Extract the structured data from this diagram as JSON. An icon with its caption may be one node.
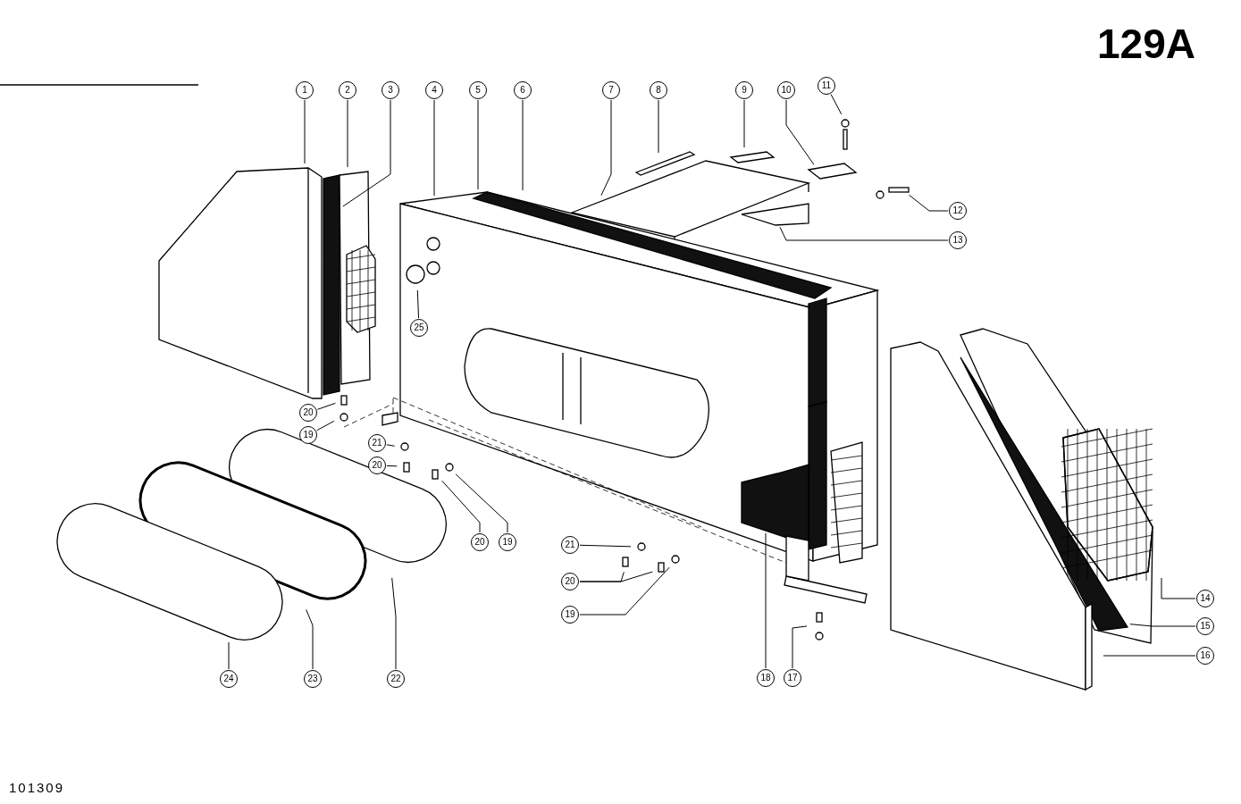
{
  "diagram": {
    "nodes": [
      {
        "text": [
          "1"
        ]
      },
      {
        "text": [
          "2"
        ]
      },
      {
        "text": [
          "3"
        ]
      },
      {
        "text": [
          "4"
        ]
      },
      {
        "text": [
          "5"
        ]
      },
      {
        "text": [
          "6"
        ]
      },
      {
        "text": [
          "7"
        ]
      },
      {
        "text": [
          "8"
        ]
      },
      {
        "text": [
          "9"
        ]
      },
      {
        "text": [
          "10"
        ]
      },
      {
        "text": [
          "11"
        ]
      },
      {
        "text": [
          "12"
        ]
      },
      {
        "text": [
          "13"
        ]
      },
      {
        "text": [
          "25"
        ]
      },
      {
        "text": [
          "20"
        ]
      },
      {
        "text": [
          "19"
        ]
      },
      {
        "text": [
          "21"
        ]
      },
      {
        "text": [
          "20"
        ]
      },
      {
        "text": [
          "20"
        ]
      },
      {
        "text": [
          "19"
        ]
      },
      {
        "text": [
          "21"
        ]
      },
      {
        "text": [
          "20"
        ]
      },
      {
        "text": [
          "19"
        ]
      },
      {
        "text": [
          "14"
        ]
      },
      {
        "text": [
          "15"
        ]
      },
      {
        "text": [
          "16"
        ]
      },
      {
        "text": [
          "24"
        ]
      },
      {
        "text": [
          "23"
        ]
      },
      {
        "text": [
          "22"
        ]
      },
      {
        "text": [
          "18"
        ]
      },
      {
        "text": [
          "17"
        ]
      }
    ],
    "edges": [
      {
        "from": 0,
        "to": null,
        "arrow": "none"
      },
      {
        "from": 1,
        "to": null,
        "arrow": "none"
      },
      {
        "from": 2,
        "to": null,
        "arrow": "none"
      },
      {
        "from": 3,
        "to": null,
        "arrow": "none"
      },
      {
        "from": 4,
        "to": null,
        "arrow": "none"
      },
      {
        "from": 5,
        "to": null,
        "arrow": "none"
      },
      {
        "from": 6,
        "to": null,
        "arrow": "none"
      },
      {
        "from": 7,
        "to": null,
        "arrow": "none"
      },
      {
        "from": 8,
        "to": null,
        "arrow": "none"
      },
      {
        "from": 9,
        "to": null,
        "arrow": "none"
      },
      {
        "from": 10,
        "to": null,
        "arrow": "none"
      },
      {
        "from": 11,
        "to": null,
        "arrow": "none"
      },
      {
        "from": 12,
        "to": null,
        "arrow": "none"
      },
      {
        "from": 13,
        "to": null,
        "arrow": "none"
      },
      {
        "from": 14,
        "to": null,
        "arrow": "none"
      },
      {
        "from": 15,
        "to": null,
        "arrow": "none"
      },
      {
        "from": 16,
        "to": null,
        "arrow": "none"
      },
      {
        "from": 17,
        "to": null,
        "arrow": "none"
      },
      {
        "from": 18,
        "to": null,
        "arrow": "none"
      },
      {
        "from": 19,
        "to": null,
        "arrow": "none"
      },
      {
        "from": 20,
        "to": null,
        "arrow": "none"
      },
      {
        "from": 21,
        "to": null,
        "arrow": "none"
      },
      {
        "from": 21,
        "to": null,
        "arrow": "none"
      },
      {
        "from": 22,
        "to": null,
        "arrow": "none"
      },
      {
        "from": 23,
        "to": null,
        "arrow": "none"
      },
      {
        "from": 24,
        "to": null,
        "arrow": "none"
      },
      {
        "from": 25,
        "to": null,
        "arrow": "none"
      },
      {
        "from": 26,
        "to": null,
        "arrow": "none"
      },
      {
        "from": 27,
        "to": null,
        "arrow": "none"
      },
      {
        "from": 28,
        "to": null,
        "arrow": "none"
      },
      {
        "from": 29,
        "to": null,
        "arrow": "none"
      },
      {
        "from": 30,
        "to": null,
        "arrow": "none"
      }
    ],
    "labels": [
      "129A",
      "101309"
    ]
  }
}
